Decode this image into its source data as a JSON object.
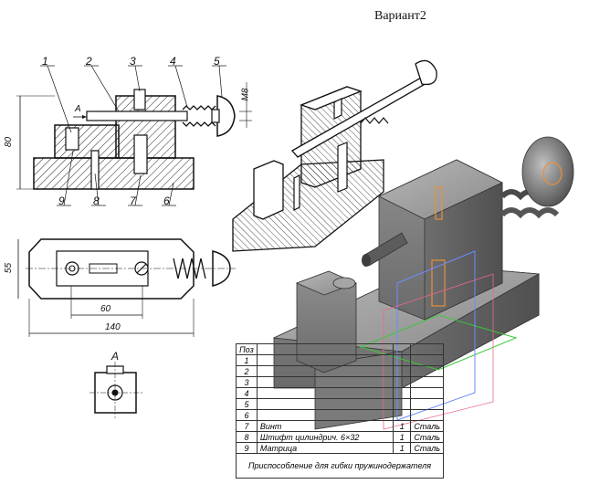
{
  "title": "Вариант2",
  "callouts": {
    "c1": "1",
    "c2": "2",
    "c3": "3",
    "c4": "4",
    "c5": "5",
    "c6": "6",
    "c7": "7",
    "c8": "8",
    "c9": "9"
  },
  "dimensions": {
    "height": "80",
    "thread": "М8",
    "plan_height": "55",
    "inner_length": "60",
    "overall_length": "140"
  },
  "view_label": "A",
  "section_arrow_label": "A",
  "spec_table": {
    "header_pos": "Поз",
    "rows": [
      {
        "pos": "1",
        "name": "",
        "qty": "",
        "mat": ""
      },
      {
        "pos": "2",
        "name": "",
        "qty": "",
        "mat": ""
      },
      {
        "pos": "3",
        "name": "",
        "qty": "",
        "mat": ""
      },
      {
        "pos": "4",
        "name": "",
        "qty": "",
        "mat": ""
      },
      {
        "pos": "5",
        "name": "",
        "qty": "",
        "mat": ""
      },
      {
        "pos": "6",
        "name": "",
        "qty": "",
        "mat": ""
      },
      {
        "pos": "7",
        "name": "Винт",
        "qty": "1",
        "mat": "Сталь"
      },
      {
        "pos": "8",
        "name": "Штифт цилиндрич. 6×32",
        "qty": "1",
        "mat": "Сталь"
      },
      {
        "pos": "9",
        "name": "Матрица",
        "qty": "1",
        "mat": "Сталь"
      }
    ],
    "caption": "Приспособление для гибки пружинодержателя"
  }
}
